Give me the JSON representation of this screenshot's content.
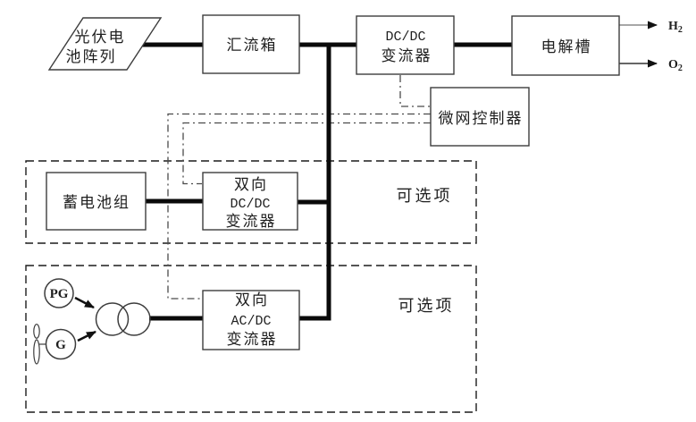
{
  "nodes": {
    "pv_array": {
      "label_line1": "光伏电",
      "label_line2": "池阵列"
    },
    "combiner_box": {
      "label": "汇流箱"
    },
    "dcdc_converter": {
      "label_line1": "DC/DC",
      "label_line2": "变流器"
    },
    "electrolyzer": {
      "label": "电解槽"
    },
    "microgrid_controller": {
      "label": "微网控制器"
    },
    "battery_pack": {
      "label": "蓄电池组"
    },
    "bidirectional_dcdc": {
      "label_line1": "双向",
      "label_line2": "DC/DC",
      "label_line3": "变流器"
    },
    "bidirectional_acdc": {
      "label_line1": "双向",
      "label_line2": "AC/DC",
      "label_line3": "变流器"
    },
    "power_grid": {
      "label": "PG"
    },
    "generator": {
      "label": "G"
    }
  },
  "outputs": {
    "h2": {
      "symbol": "H",
      "subscript": "2"
    },
    "o2": {
      "symbol": "O",
      "subscript": "2"
    }
  },
  "annotations": {
    "optional_battery": "可选项",
    "optional_grid": "可选项"
  },
  "colors": {
    "bus_line": "#0a0a0a",
    "box_border": "#3d3d3d",
    "text": "#1f1f1f",
    "control_line": "#4a4a4a",
    "dashed_region": "#1c1c1c",
    "h2_line": "#8a8a8a",
    "o2_line": "#333333",
    "source_arrow": "#111111",
    "background": "#ffffff"
  }
}
